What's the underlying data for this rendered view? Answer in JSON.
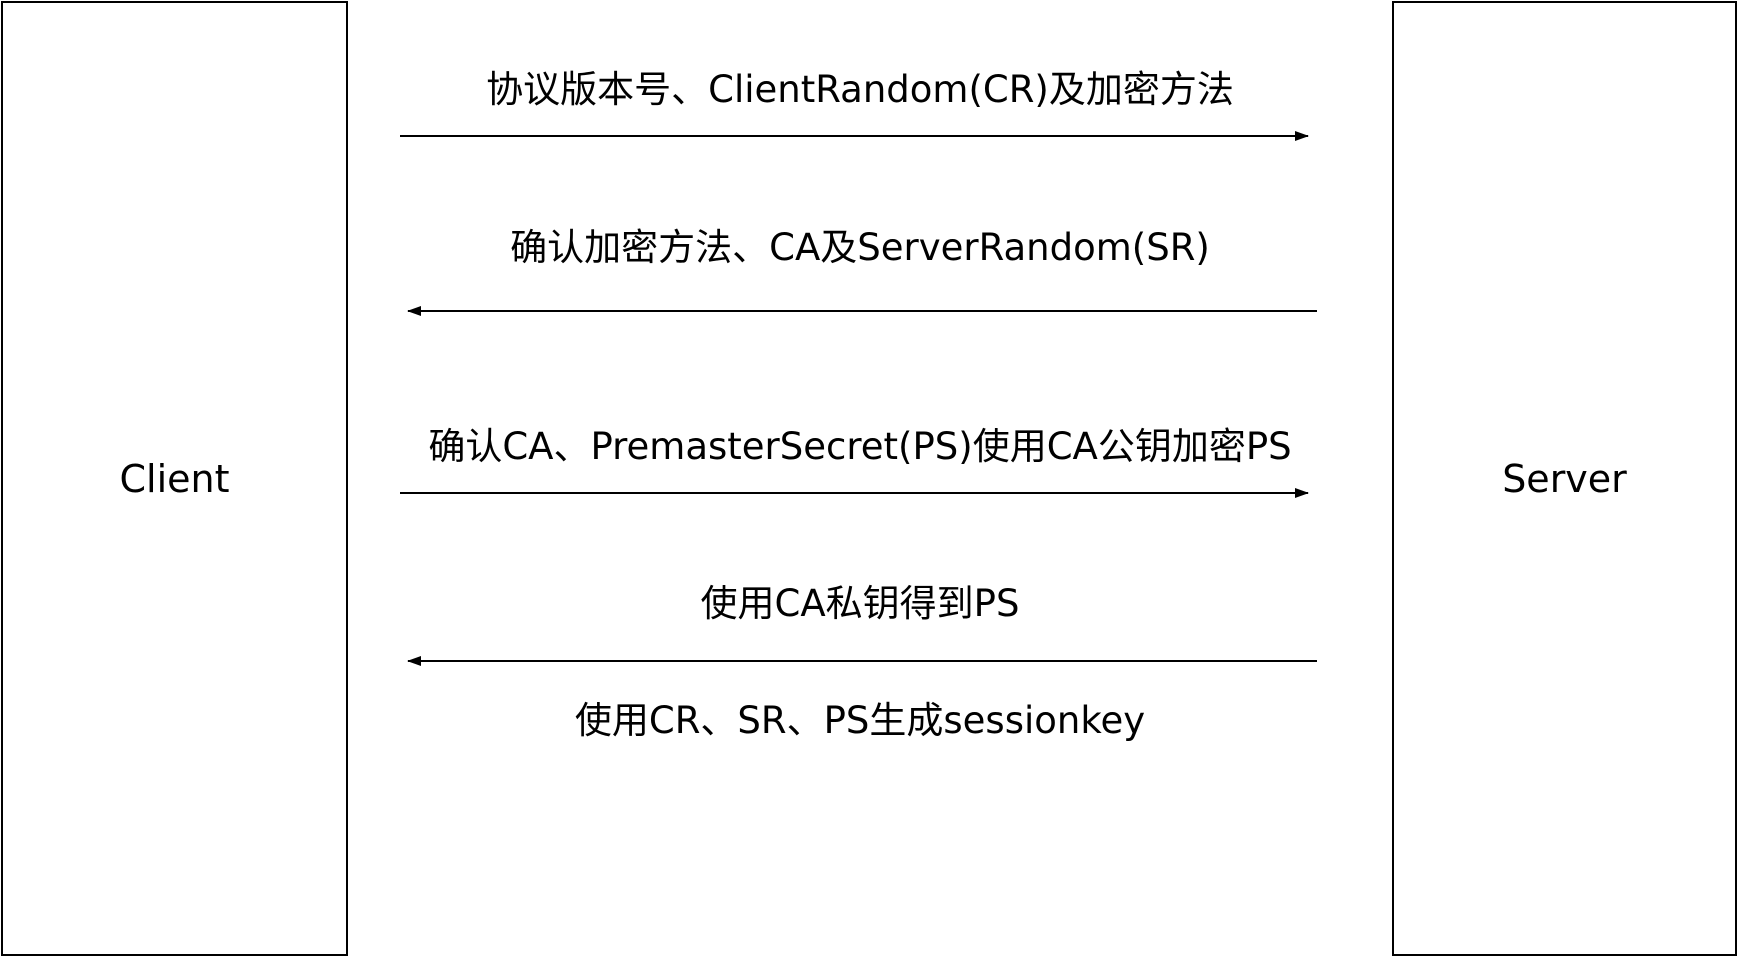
{
  "client": {
    "label": "Client"
  },
  "server": {
    "label": "Server"
  },
  "messages": [
    {
      "text": "协议版本号、ClientRandom(CR)及加密方法",
      "direction": "client-to-server"
    },
    {
      "text": "确认加密方法、CA及ServerRandom(SR)",
      "direction": "server-to-client"
    },
    {
      "text": "确认CA、PremasterSecret(PS)使用CA公钥加密PS",
      "direction": "client-to-server"
    },
    {
      "text": "使用CA私钥得到PS",
      "direction": "server-to-client"
    }
  ],
  "client_note": {
    "text": "使用CR、SR、PS生成sessionkey"
  },
  "colors": {
    "stroke": "#000000",
    "background": "#ffffff"
  }
}
